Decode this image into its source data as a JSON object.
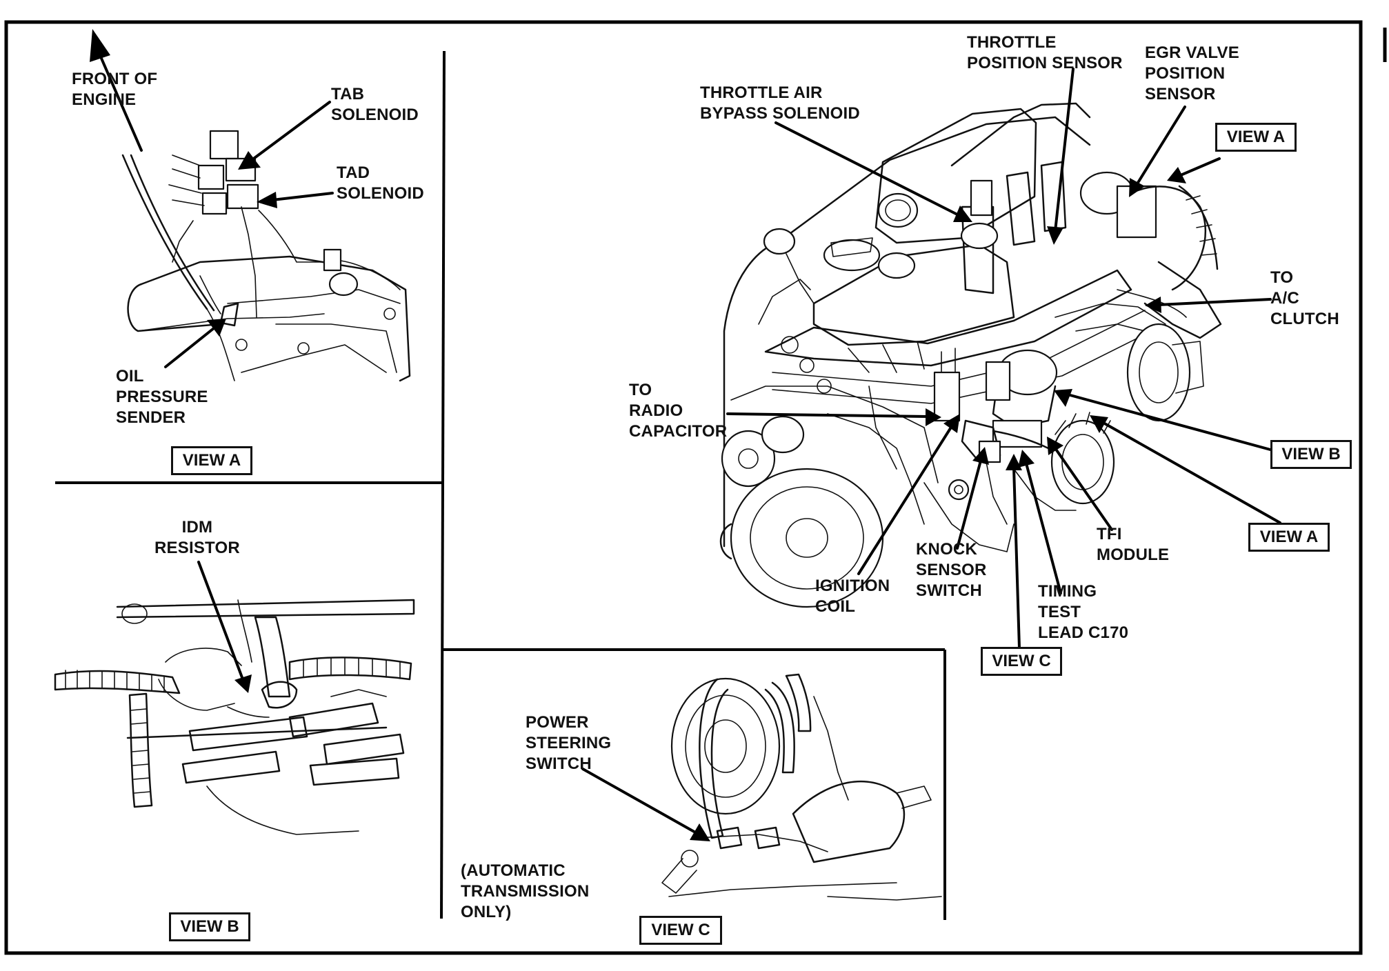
{
  "view_a_panel": {
    "front_of_engine": "FRONT OF\nENGINE",
    "tab_solenoid": "TAB\nSOLENOID",
    "tad_solenoid": "TAD\nSOLENOID",
    "oil_pressure_sender": "OIL\nPRESSURE\nSENDER",
    "caption": "VIEW A"
  },
  "view_b_panel": {
    "idm_resistor": "IDM\nRESISTOR",
    "caption": "VIEW B"
  },
  "view_c_panel": {
    "power_steering_switch": "POWER\nSTEERING\nSWITCH",
    "note": "(AUTOMATIC\nTRANSMISSION\nONLY)",
    "caption": "VIEW C"
  },
  "main_panel": {
    "throttle_position_sensor": "THROTTLE\nPOSITION SENSOR",
    "egr_valve_position_sensor": "EGR VALVE\nPOSITION\nSENSOR",
    "throttle_air_bypass_solenoid": "THROTTLE AIR\nBYPASS SOLENOID",
    "view_a_top": "VIEW A",
    "to_ac_clutch": "TO\nA/C\nCLUTCH",
    "to_radio_capacitor": "TO\nRADIO\nCAPACITOR",
    "view_b_callout": "VIEW B",
    "view_a_callout": "VIEW A",
    "tfi_module": "TFI\nMODULE",
    "knock_sensor_switch": "KNOCK\nSENSOR\nSWITCH",
    "ignition_coil": "IGNITION\nCOIL",
    "timing_test_lead": "TIMING\nTEST\nLEAD C170",
    "view_c_callout": "VIEW C"
  }
}
